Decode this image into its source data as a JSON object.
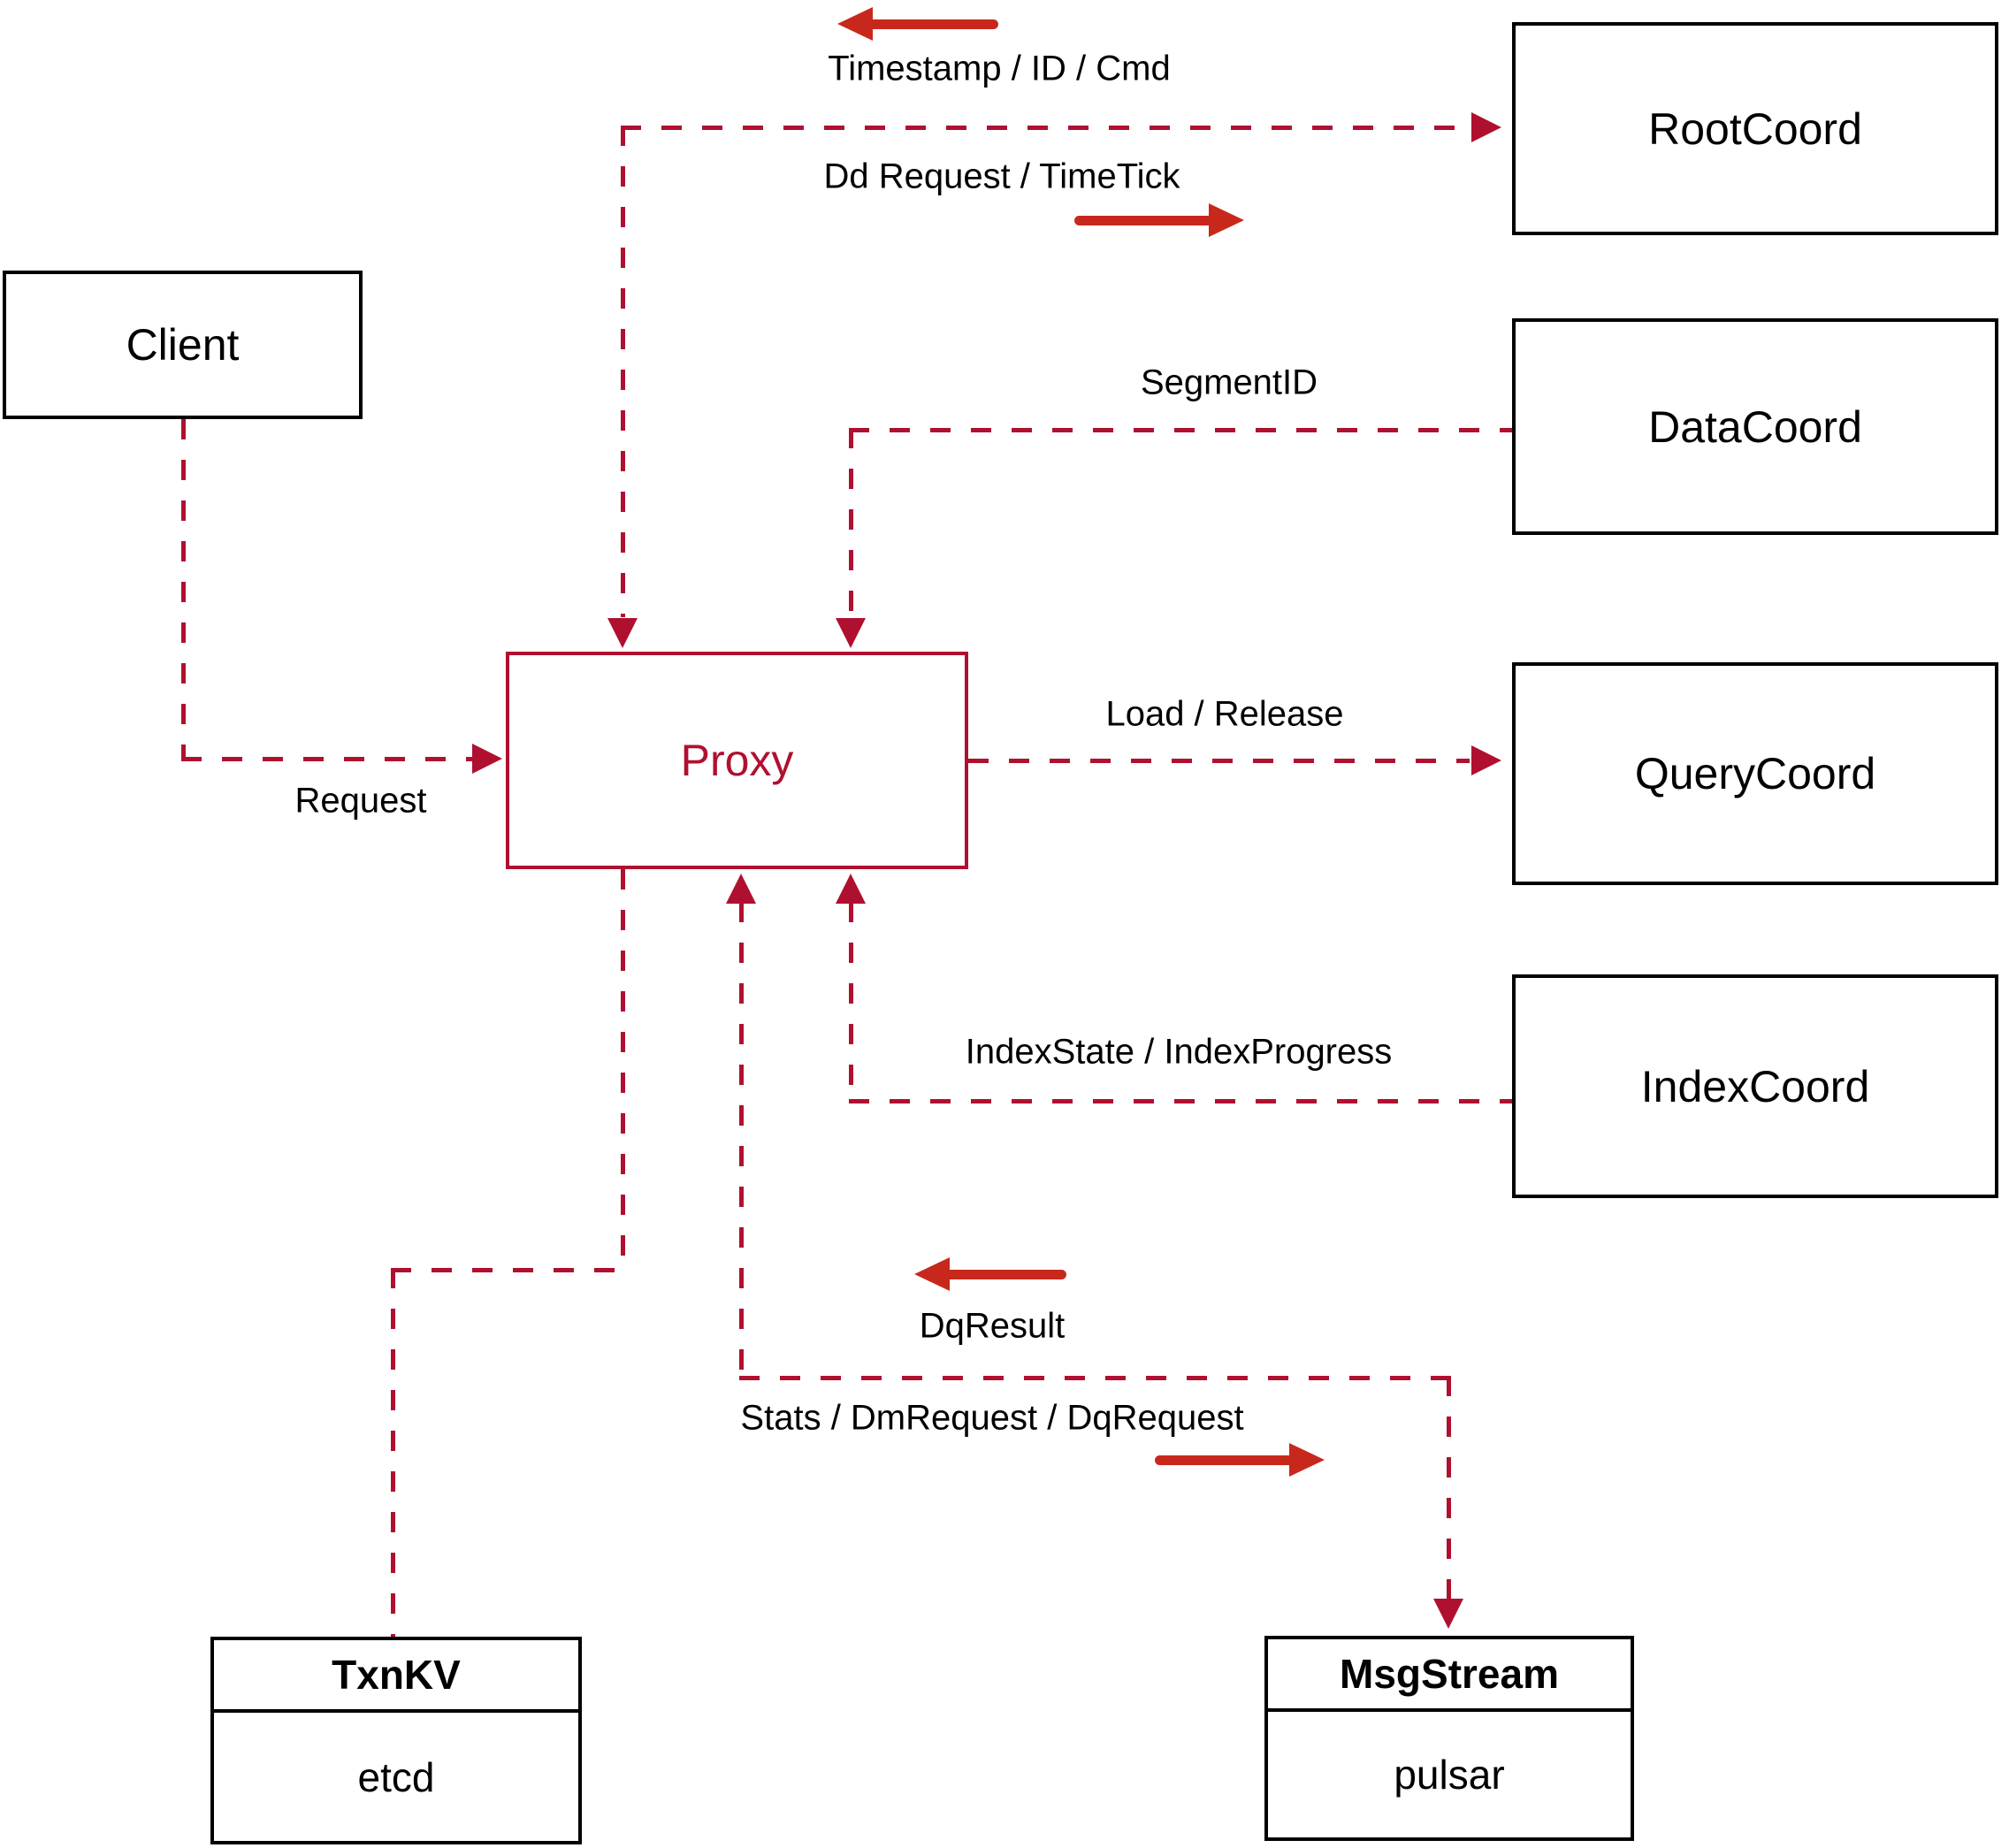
{
  "diagram": {
    "title_hint": "Proxy architecture diagram",
    "colors": {
      "connector": "#b01030",
      "arrow": "#c8281c",
      "box_border": "#000000",
      "text": "#000000",
      "background": "#ffffff",
      "proxy": "#b01030"
    },
    "nodes": {
      "client": {
        "label": "Client"
      },
      "proxy": {
        "label": "Proxy"
      },
      "rootcoord": {
        "label": "RootCoord"
      },
      "datacoord": {
        "label": "DataCoord"
      },
      "querycoord": {
        "label": "QueryCoord"
      },
      "indexcoord": {
        "label": "IndexCoord"
      },
      "txnkv": {
        "title": "TxnKV",
        "subtitle": "etcd"
      },
      "msgstream": {
        "title": "MsgStream",
        "subtitle": "pulsar"
      }
    },
    "edge_labels": {
      "timestamp": "Timestamp / ID / Cmd",
      "dd_request": "Dd Request / TimeTick",
      "segment_id": "SegmentID",
      "load_release": "Load / Release",
      "index_state": "IndexState / IndexProgress",
      "request": "Request",
      "dq_result": "DqResult",
      "stats": "Stats / DmRequest / DqRequest"
    }
  }
}
